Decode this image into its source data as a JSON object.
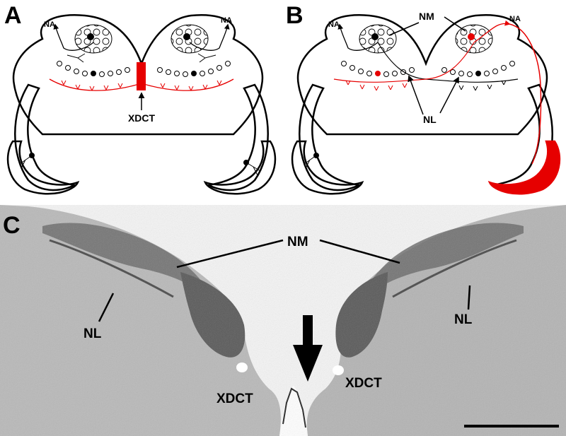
{
  "colors": {
    "accent": "#e60000",
    "ink": "#000000",
    "tissue_light": "#d6d6d6",
    "tissue_dark": "#555555",
    "background": "#ffffff"
  },
  "panel_a": {
    "letter": "A",
    "label_na_left": "NA",
    "label_na_right": "NA",
    "label_xdct": "XDCT"
  },
  "panel_b": {
    "letter": "B",
    "label_na_left": "NA",
    "label_na_right": "NA",
    "label_nm": "NM",
    "label_nl": "NL"
  },
  "panel_c": {
    "letter": "C",
    "label_nm": "NM",
    "label_nl_left": "NL",
    "label_nl_right": "NL",
    "label_xdct_left": "XDCT",
    "label_xdct_right": "XDCT"
  }
}
